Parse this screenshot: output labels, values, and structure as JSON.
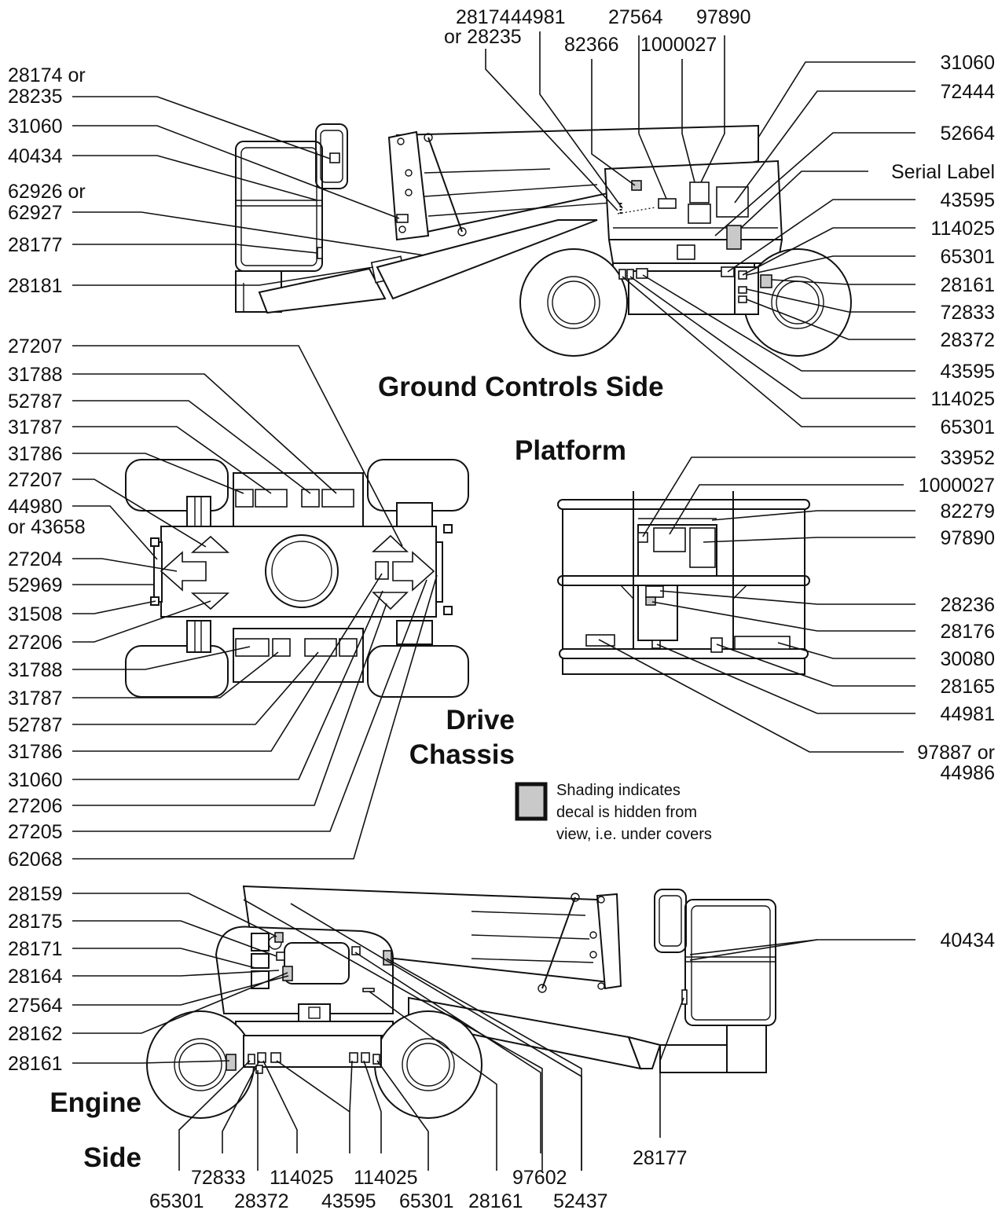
{
  "views": {
    "ground_controls_side": "Ground Controls Side",
    "platform": "Platform",
    "drive_chassis_line1": "Drive",
    "drive_chassis_line2": "Chassis",
    "engine_side_line1": "Engine",
    "engine_side_line2": "Side"
  },
  "legend": {
    "line1": "Shading indicates",
    "line2": "decal is hidden from",
    "line3": "view, i.e. under covers",
    "swatch_color": "#c9c9c9"
  },
  "ground_controls": {
    "left": [
      "28174 or",
      "28235",
      "31060",
      "40434",
      "62926 or",
      "62927",
      "28177",
      "28181"
    ],
    "top": [
      "28174",
      "or 28235",
      "44981",
      "27564",
      "97890",
      "82366",
      "1000027"
    ],
    "right": [
      "31060",
      "72444",
      "52664",
      "Serial Label",
      "43595",
      "114025",
      "65301",
      "28161",
      "72833",
      "28372",
      "43595",
      "114025",
      "65301"
    ]
  },
  "drive_chassis": {
    "left": [
      "27207",
      "31788",
      "52787",
      "31787",
      "31786",
      "27207",
      "44980",
      "or 43658",
      "27204",
      "52969",
      "31508",
      "27206",
      "31788",
      "31787",
      "52787",
      "31786",
      "31060",
      "27206",
      "27205",
      "62068"
    ]
  },
  "platform": {
    "right": [
      "33952",
      "1000027",
      "82279",
      "97890",
      "28236",
      "28176",
      "30080",
      "28165",
      "44981",
      "97887 or",
      "44986"
    ]
  },
  "engine_side": {
    "left": [
      "28159",
      "28175",
      "28171",
      "28164",
      "27564",
      "28162",
      "28161"
    ],
    "right": [
      "40434"
    ],
    "bottom_row1": [
      "72833",
      "114025",
      "114025",
      "97602",
      "28177"
    ],
    "bottom_row2": [
      "65301",
      "28372",
      "43595",
      "65301",
      "28161",
      "52437"
    ]
  }
}
